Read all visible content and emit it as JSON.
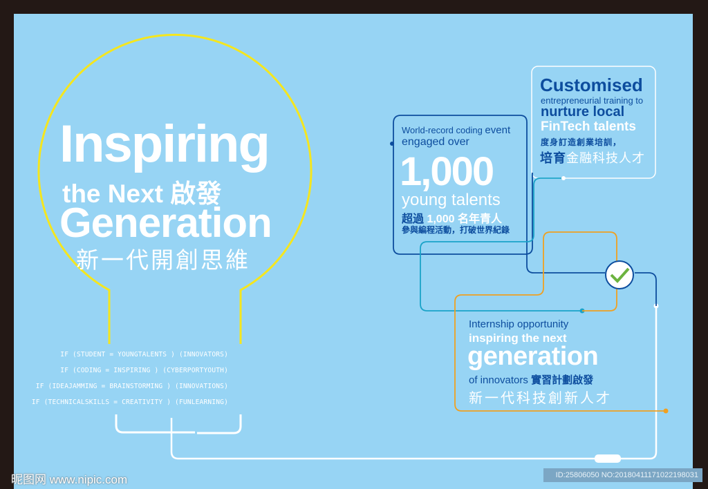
{
  "headline": {
    "line1": "Inspiring",
    "line2": "the Next 啟發",
    "line3": "Generation",
    "line4": "新一代開創思維"
  },
  "code_lines": [
    "IF (STUDENT = YOUNGTALENTS ) (INNOVATORS)",
    "IF (CODING = INSPIRING ) (CYBERPORTYOUTH)",
    "IF (IDEAJAMMING = BRAINSTORMING ) (INNOVATIONS)",
    "IF (TECHNICALSKILLS = CREATIVITY ) (FUNLEARNING)"
  ],
  "box_coding": {
    "line1a": "World-record coding ",
    "line1b": "event",
    "line2": "engaged over",
    "number": "1,000",
    "line3": "young talents",
    "zh1a": "超過 ",
    "zh1b": "1,000 名年青人",
    "zh2": "參與編程活動，打破世界紀錄"
  },
  "box_training": {
    "title": "Customised",
    "line1": "entrepreneurial training to",
    "line2": "nurture local",
    "line3": "FinTech talents",
    "zh1": "度身訂造創業培訓，",
    "zh2a": "培育",
    "zh2b": "金融科技人才"
  },
  "box_intern": {
    "line1": "Internship opportunity",
    "line2": "inspiring the next",
    "line3": "generation",
    "line4a": "of innovators ",
    "line4b": "實習計劃啟發",
    "zh2": "新一代科技創新人才"
  },
  "watermark": {
    "site": "昵图网 www.nipic.com",
    "id": "ID:25806050 NO:20180411171022198031"
  },
  "colors": {
    "background": "#97d4f4",
    "dark_blue": "#0d4d9e",
    "yellow": "#f5e61e",
    "orange": "#f0a020",
    "teal": "#1aa3c8",
    "check": "#6cb33f"
  }
}
